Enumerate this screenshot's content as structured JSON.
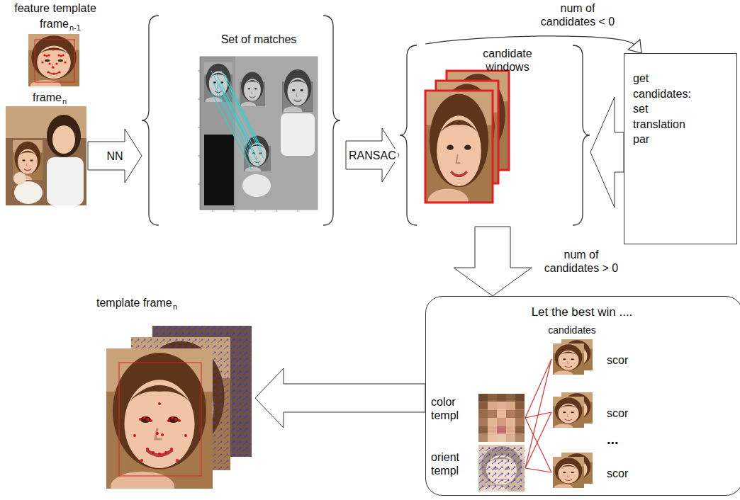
{
  "diagram": {
    "nodes": [
      {
        "text": [
          "feature template",
          "frame",
          "n-1"
        ]
      },
      {
        "text": [
          "frame",
          "n"
        ]
      },
      {
        "text": [
          "Set of matches"
        ]
      },
      {
        "text": [
          "candidate windows"
        ]
      },
      {
        "text": [
          "get candidates: set translation par"
        ]
      },
      {
        "text": [
          "Let the best win ...."
        ]
      },
      {
        "text": [
          "template frame",
          "n"
        ]
      }
    ],
    "edges": [
      {
        "from": 1,
        "to": 2,
        "arrow": "to",
        "label": "NN"
      },
      {
        "from": 2,
        "to": 3,
        "arrow": "to",
        "label": "RANSAC"
      },
      {
        "from": 3,
        "to": 4,
        "arrow": "to",
        "label": "num of candidates < 0"
      },
      {
        "from": 4,
        "to": 3,
        "arrow": "to"
      },
      {
        "from": 3,
        "to": 5,
        "arrow": "to",
        "label": "num of candidates > 0"
      },
      {
        "from": 5,
        "to": 6,
        "arrow": "to"
      }
    ],
    "labels": [
      "candidates",
      "color templ",
      "scor",
      "scor",
      "orient templ",
      "...",
      "scor"
    ]
  }
}
